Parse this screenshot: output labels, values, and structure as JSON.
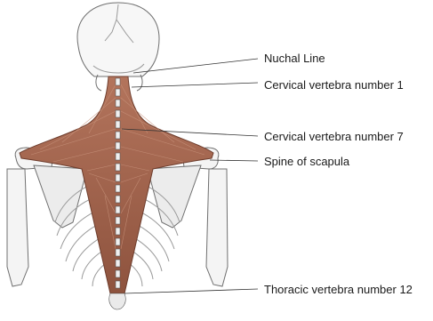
{
  "labels": {
    "nuchal_line": "Nuchal Line",
    "cervical_1": "Cervical vertebra number 1",
    "cervical_7": "Cervical vertebra number 7",
    "spine_of_scapula": "Spine of scapula",
    "thoracic_12": "Thoracic vertebra number 12"
  },
  "colors": {
    "muscle": "#a0654e",
    "muscle_dark": "#7a4534",
    "bone_stroke": "#6f6f6f",
    "leader_line": "#333333"
  }
}
